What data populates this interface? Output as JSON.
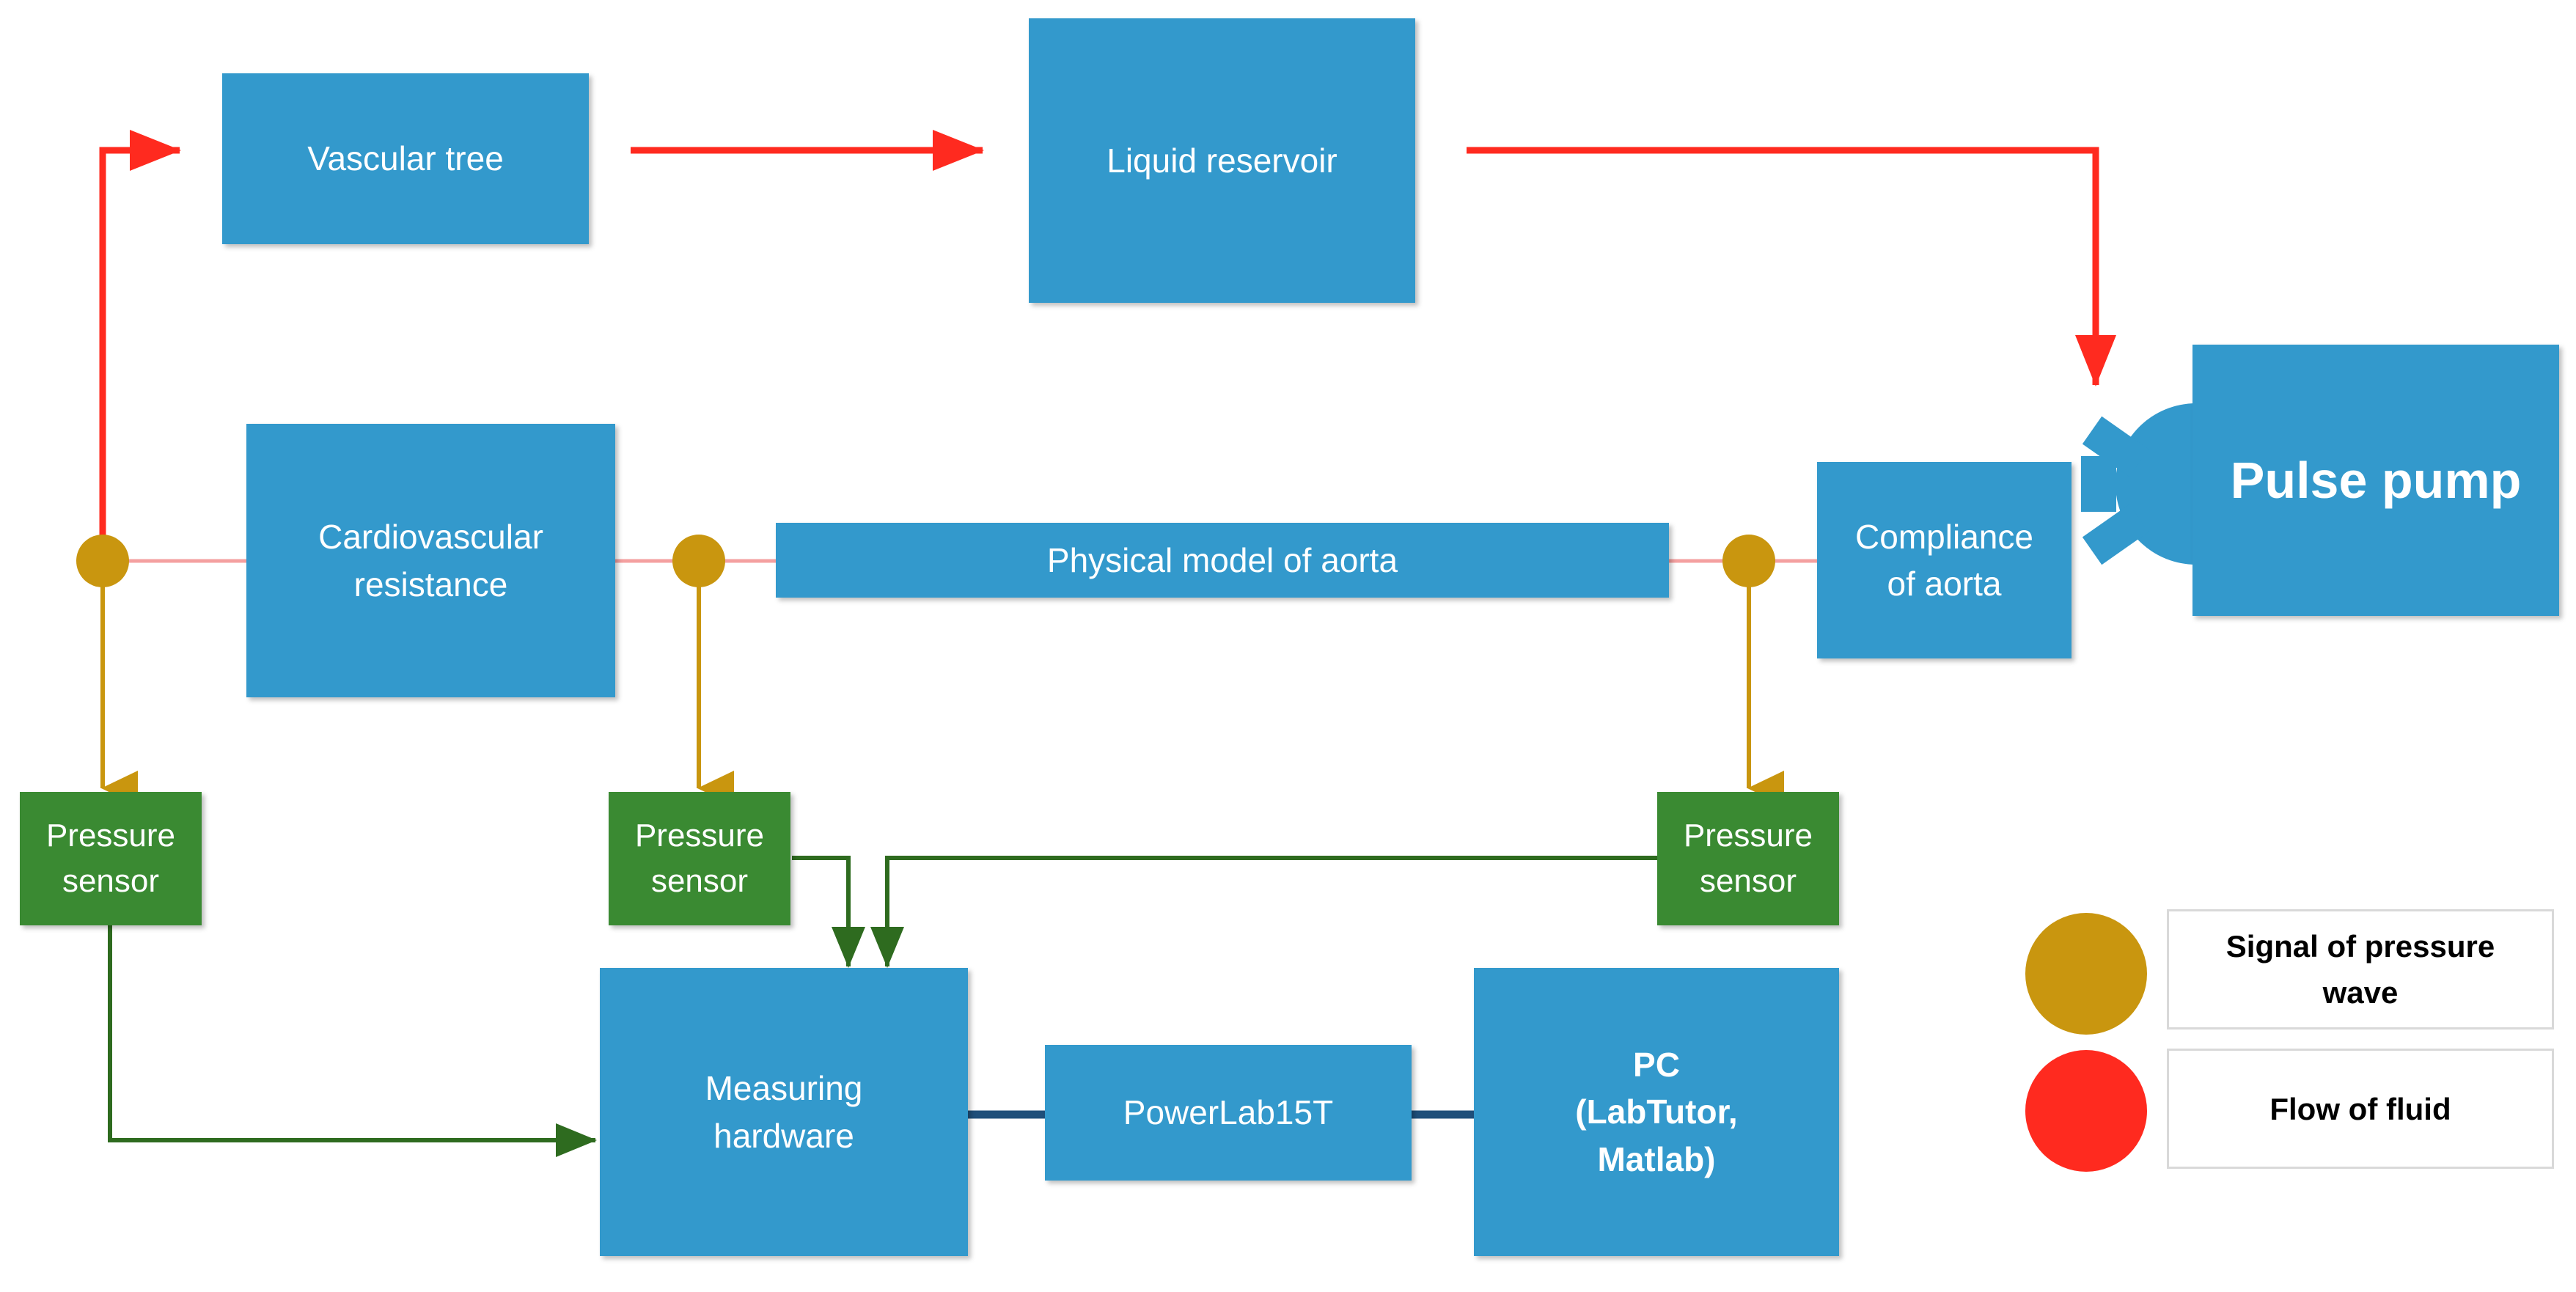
{
  "nodes": {
    "vascular_tree": "Vascular tree",
    "liquid_reservoir": "Liquid reservoir",
    "pulse_pump": "Pulse pump",
    "cardiovascular_resistance": [
      "Cardiovascular",
      "resistance"
    ],
    "physical_model": "Physical model of aorta",
    "compliance": [
      "Compliance",
      "of aorta"
    ],
    "pressure_sensor": [
      "Pressure",
      "sensor"
    ],
    "measuring_hardware": [
      "Measuring",
      "hardware"
    ],
    "powerlab": "PowerLab15T",
    "pc": [
      "PC",
      "(LabTutor,",
      "Matlab)"
    ]
  },
  "legend": {
    "pressure_signal": [
      "Signal of pressure",
      "wave"
    ],
    "fluid_flow": "Flow of fluid"
  },
  "colors": {
    "box_blue": "#3399cc",
    "sensor_green": "#3a8a32",
    "fluid_red": "#ff2a1f",
    "signal_gold": "#c9960f",
    "signal_line_green": "#2e6b1f",
    "hardware_link": "#1f4f7a",
    "tube_line": "#f4a0a0"
  }
}
